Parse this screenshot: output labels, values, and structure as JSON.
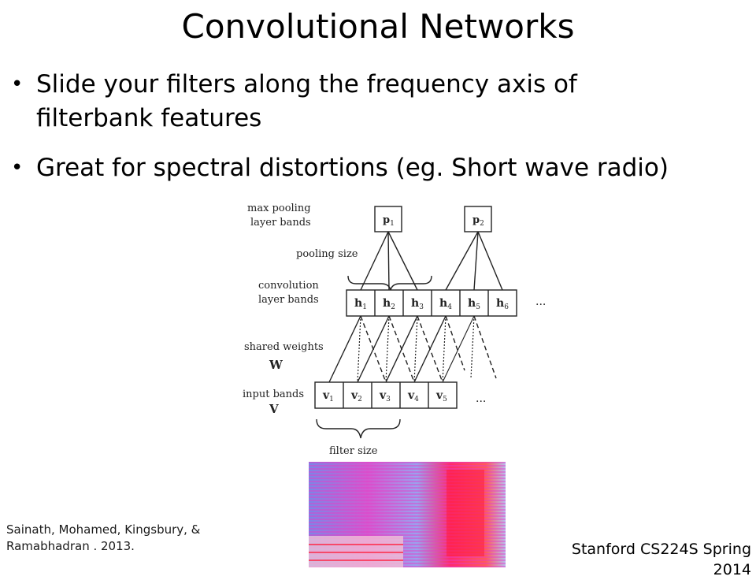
{
  "slide": {
    "title": "Convolutional Networks",
    "bullets": [
      {
        "lines": [
          "Slide your filters along the frequency axis of",
          "filterbank features"
        ]
      },
      {
        "lines": [
          "Great for spectral distortions (eg. Short wave radio)"
        ]
      }
    ],
    "bullet_marker": "•"
  },
  "diagram": {
    "max_pooling_label": [
      "max pooling",
      "layer bands"
    ],
    "pooling_size_label": "pooling size",
    "convolution_label": [
      "convolution",
      "layer bands"
    ],
    "shared_weights_label": "shared weights",
    "weights_symbol": "W",
    "input_bands_label": "input bands",
    "input_symbol": "V",
    "filter_size_label": "filter size",
    "pool_nodes": [
      {
        "base": "p",
        "sub": "1"
      },
      {
        "base": "p",
        "sub": "2"
      }
    ],
    "conv_nodes": [
      {
        "base": "h",
        "sub": "1"
      },
      {
        "base": "h",
        "sub": "2"
      },
      {
        "base": "h",
        "sub": "3"
      },
      {
        "base": "h",
        "sub": "4"
      },
      {
        "base": "h",
        "sub": "5"
      },
      {
        "base": "h",
        "sub": "6"
      }
    ],
    "input_nodes": [
      {
        "base": "v",
        "sub": "1"
      },
      {
        "base": "v",
        "sub": "2"
      },
      {
        "base": "v",
        "sub": "3"
      },
      {
        "base": "v",
        "sub": "4"
      },
      {
        "base": "v",
        "sub": "5"
      }
    ],
    "ellipsis": "..."
  },
  "spectrogram_colors": {
    "low": "#7b86e6",
    "mid": "#e63cc9",
    "high": "#ff1e3c",
    "light": "#f4c6d6"
  },
  "citation": [
    "Sainath, Mohamed, Kingsbury, &",
    "Ramabhadran . 2013."
  ],
  "footer": "Stanford CS224S Spring 2014"
}
